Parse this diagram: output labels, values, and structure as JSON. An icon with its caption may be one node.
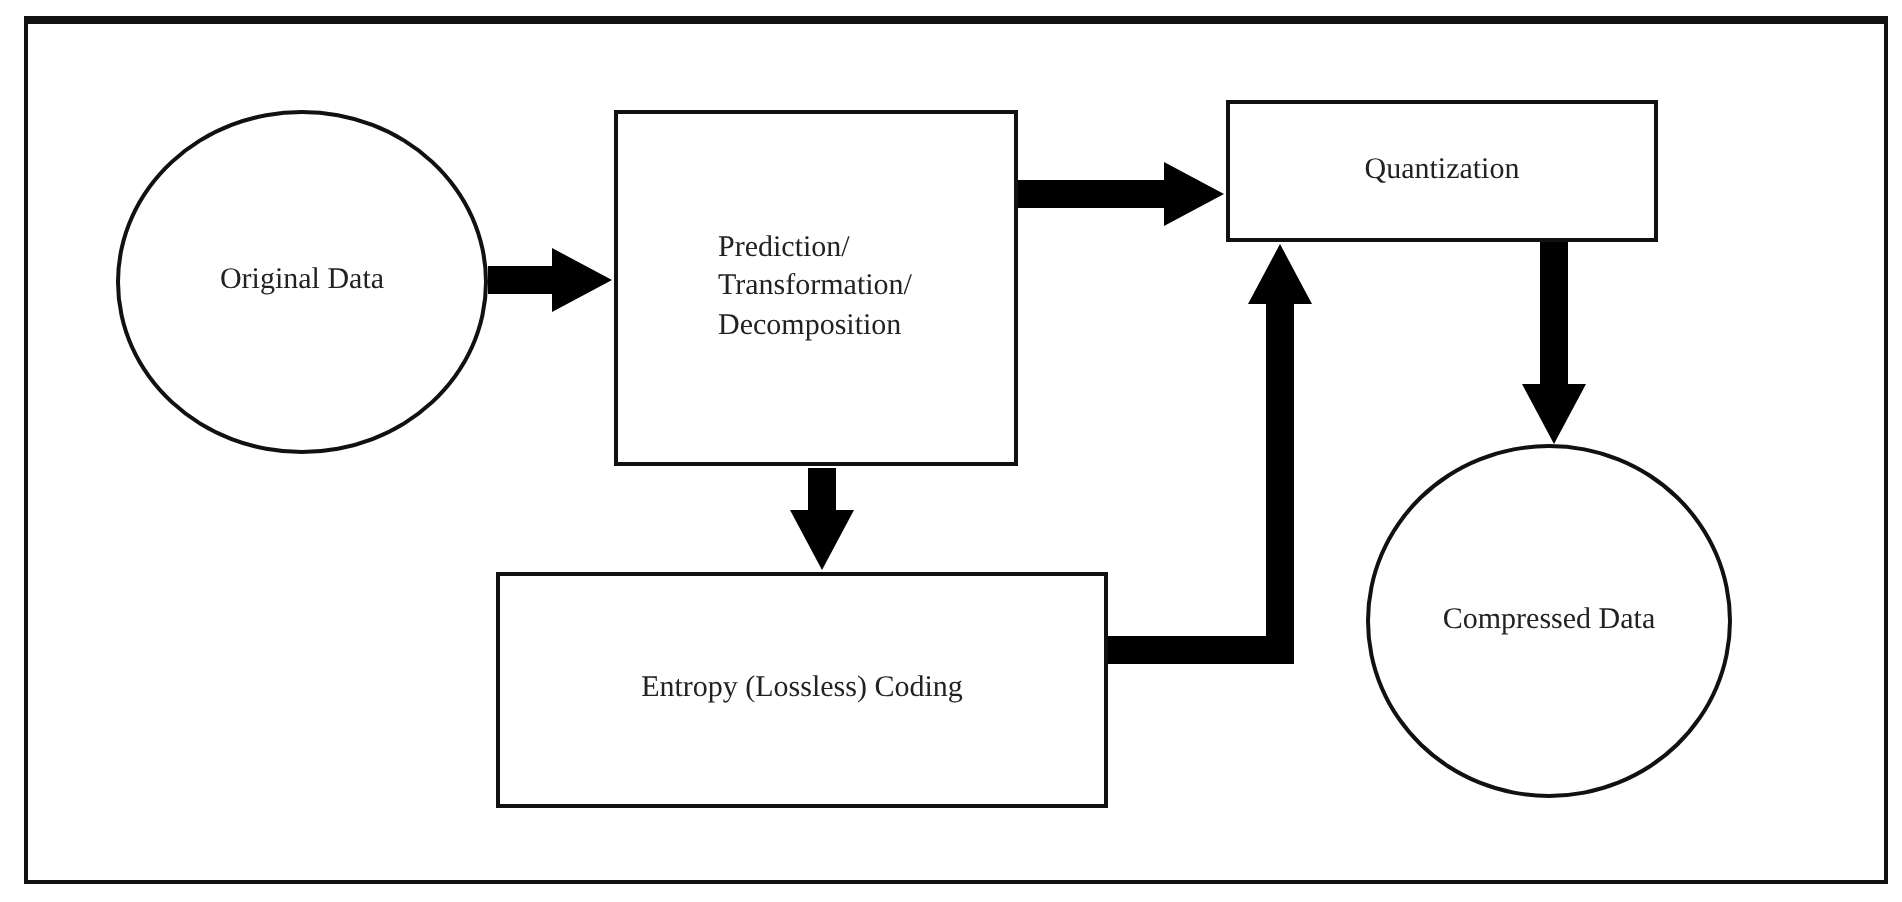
{
  "diagram": {
    "nodes": [
      {
        "text": [
          "Original Data"
        ]
      },
      {
        "text": [
          "Prediction/ Transformation/ Decomposition"
        ]
      },
      {
        "text": [
          "Quantization"
        ]
      },
      {
        "text": [
          "Compressed Data"
        ]
      },
      {
        "text": [
          "Entropy (Lossless) Coding"
        ]
      }
    ],
    "edges": [
      {
        "from": 0,
        "to": 1,
        "arrow": "to"
      },
      {
        "from": 1,
        "to": 2,
        "arrow": "to"
      },
      {
        "from": 1,
        "to": 4,
        "arrow": "to"
      },
      {
        "from": 4,
        "to": 2,
        "arrow": "to"
      },
      {
        "from": 2,
        "to": 3,
        "arrow": "to"
      }
    ]
  }
}
